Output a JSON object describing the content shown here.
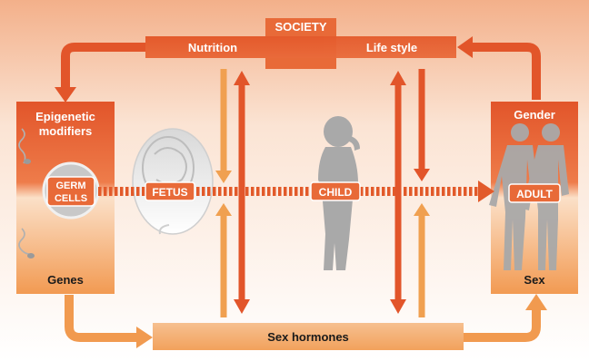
{
  "diagram": {
    "society": "SOCIETY",
    "nutrition": "Nutrition",
    "lifestyle": "Life style",
    "epigenetic_line1": "Epigenetic",
    "epigenetic_line2": "modifiers",
    "genes": "Genes",
    "germ_line1": "GERM",
    "germ_line2": "CELLS",
    "fetus": "FETUS",
    "child": "CHILD",
    "adult": "ADULT",
    "gender": "Gender",
    "sex": "Sex",
    "sex_hormones": "Sex hormones"
  },
  "colors": {
    "dark_orange": "#e2552a",
    "mid_orange": "#ec7a45",
    "light_orange": "#f3a45c",
    "pale_orange": "#f8cfa0",
    "silhouette": "#a9a9a9"
  }
}
